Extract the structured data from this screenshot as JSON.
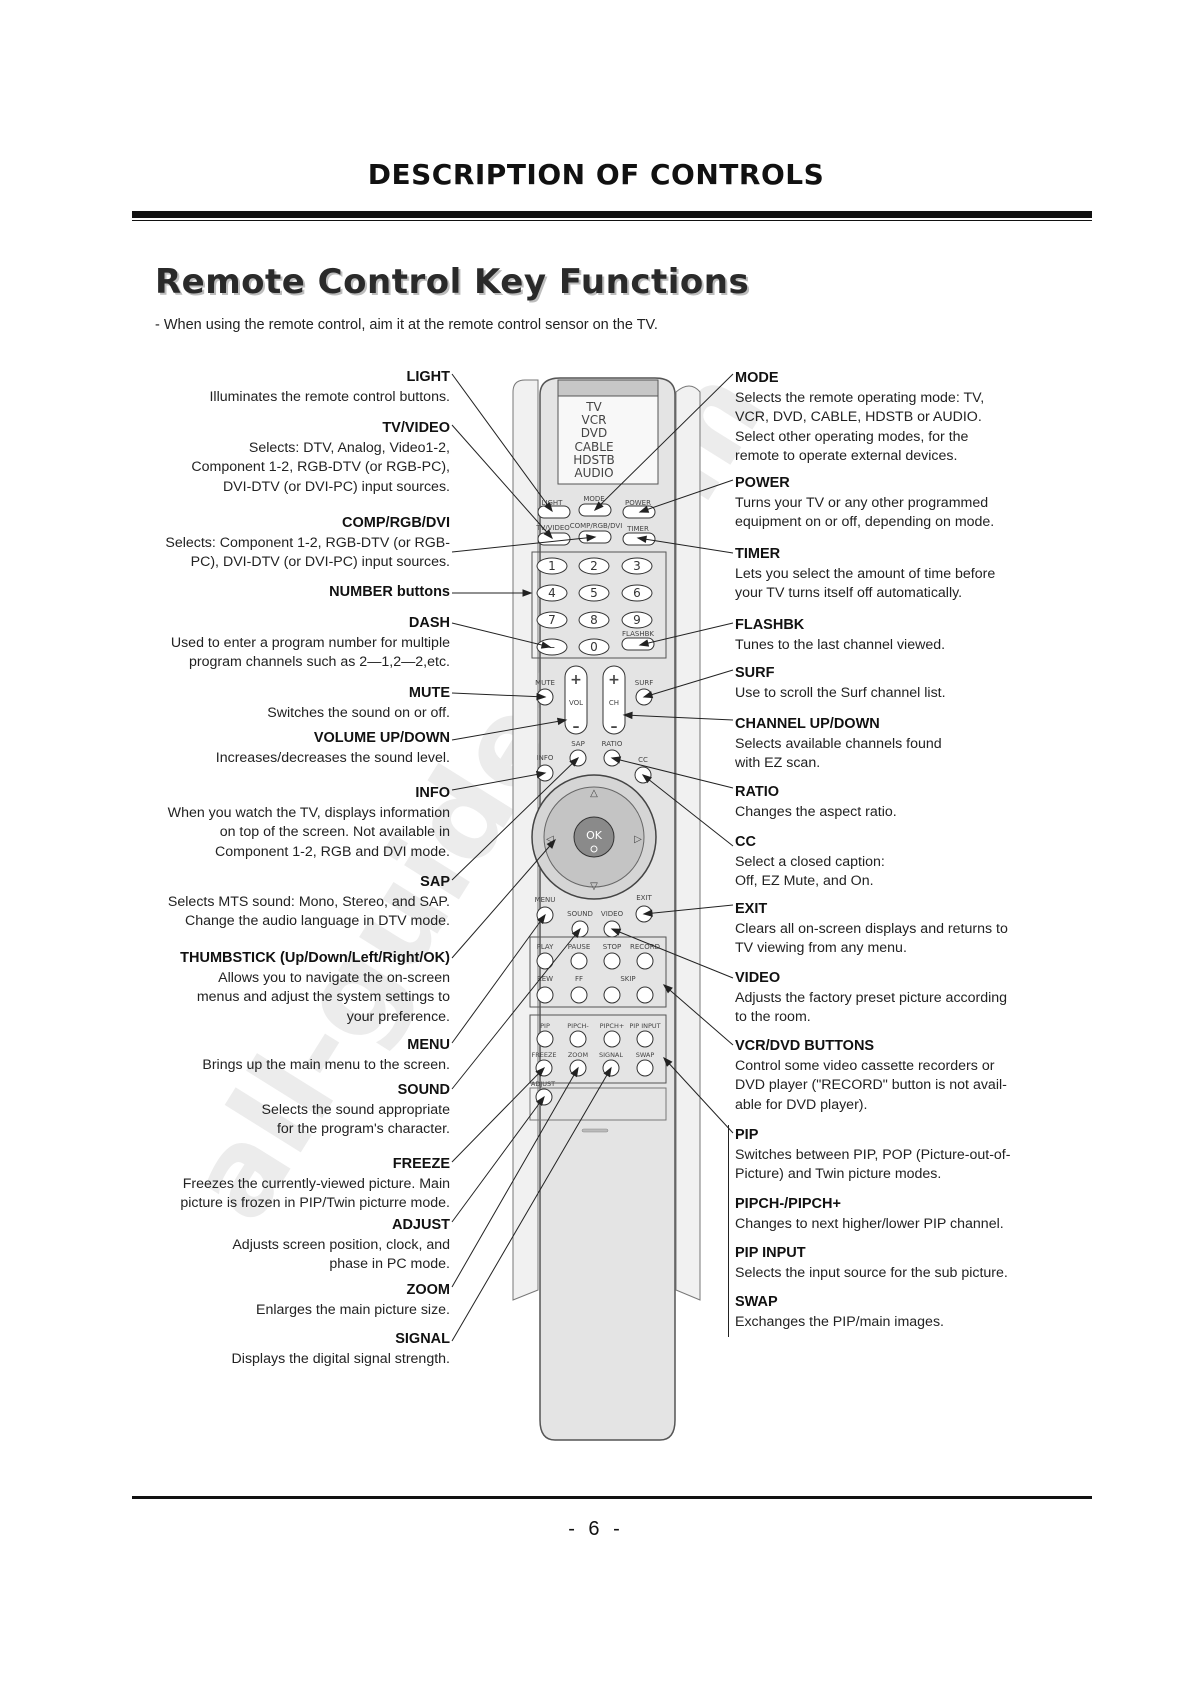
{
  "header": {
    "title": "DESCRIPTION OF CONTROLS"
  },
  "section": {
    "title": "Remote Control Key Functions",
    "intro": "-   When using the remote control, aim it at the remote control sensor on the TV."
  },
  "left_labels": [
    {
      "title": "LIGHT",
      "desc": "Illuminates the remote control buttons."
    },
    {
      "title": "TV/VIDEO",
      "desc": "Selects: DTV, Analog, Video1-2,\nComponent 1-2, RGB-DTV (or RGB-PC),\nDVI-DTV (or DVI-PC) input sources."
    },
    {
      "title": "COMP/RGB/DVI",
      "desc": "Selects: Component 1-2, RGB-DTV (or RGB-\nPC), DVI-DTV (or DVI-PC) input sources."
    },
    {
      "title": "NUMBER buttons",
      "desc": ""
    },
    {
      "title": "DASH",
      "desc": "Used to enter a program number for multiple\nprogram channels such as 2—1,2—2,etc."
    },
    {
      "title": "MUTE",
      "desc": "Switches the sound on or off."
    },
    {
      "title": "VOLUME UP/DOWN",
      "desc": "Increases/decreases the sound level."
    },
    {
      "title": "INFO",
      "desc": "When you watch the TV, displays information\non top of the screen. Not available in\nComponent 1-2, RGB and DVI mode."
    },
    {
      "title": "SAP",
      "desc": "Selects MTS sound: Mono, Stereo, and SAP.\nChange the audio language in DTV mode."
    },
    {
      "title": "THUMBSTICK (Up/Down/Left/Right/OK)",
      "desc": "Allows you to navigate the on-screen\nmenus and  adjust the system settings to\nyour preference."
    },
    {
      "title": "MENU",
      "desc": "Brings up the main menu to the screen."
    },
    {
      "title": "SOUND",
      "desc": "Selects the sound appropriate\nfor the program's character."
    },
    {
      "title": "FREEZE",
      "desc": "Freezes the currently-viewed picture. Main\npicture is frozen in PIP/Twin picturre mode."
    },
    {
      "title": "ADJUST",
      "desc": "Adjusts screen position, clock, and\nphase in PC mode."
    },
    {
      "title": "ZOOM",
      "desc": "Enlarges the main picture size."
    },
    {
      "title": "SIGNAL",
      "desc": "Displays the digital signal strength."
    }
  ],
  "right_labels": [
    {
      "title": "MODE",
      "desc": "Selects the remote operating mode: TV,\nVCR, DVD, CABLE, HDSTB or AUDIO.\nSelect other operating modes, for the\nremote to operate external devices."
    },
    {
      "title": "POWER",
      "desc": "Turns your TV or any other programmed\nequipment on or off, depending on mode."
    },
    {
      "title": "TIMER",
      "desc": "Lets you select the amount of time before\nyour TV turns itself off automatically."
    },
    {
      "title": "FLASHBK",
      "desc": "Tunes to the last channel viewed."
    },
    {
      "title": "SURF",
      "desc": "Use to scroll the Surf channel list."
    },
    {
      "title": "CHANNEL UP/DOWN",
      "desc": "Selects   available   channels   found\nwith EZ scan."
    },
    {
      "title": "RATIO",
      "desc": "Changes the aspect ratio."
    },
    {
      "title": "CC",
      "desc": "Select a closed caption:\nOff, EZ Mute, and On."
    },
    {
      "title": "EXIT",
      "desc": "Clears all on-screen displays and returns to\nTV viewing from any menu."
    },
    {
      "title": "VIDEO",
      "desc": "Adjusts the factory preset picture according\nto the room."
    },
    {
      "title": "VCR/DVD BUTTONS",
      "desc": "Control some video cassette recorders or\nDVD player (\"RECORD\" button is not avail-\nable for DVD player)."
    },
    {
      "title": "PIP",
      "desc": "Switches between PIP, POP (Picture-out-of-\nPicture) and Twin picture modes."
    },
    {
      "title": "PIPCH-/PIPCH+",
      "desc": "Changes to next higher/lower PIP channel."
    },
    {
      "title": "PIP INPUT",
      "desc": "Selects the input source for the sub picture."
    },
    {
      "title": "SWAP",
      "desc": "Exchanges the PIP/main images."
    }
  ],
  "remote": {
    "mode_display": [
      "TV",
      "VCR",
      "DVD",
      "CABLE",
      "HDSTB",
      "AUDIO"
    ],
    "top_row": [
      "LIGHT",
      "MODE",
      "POWER"
    ],
    "second_row": [
      "TV/VIDEO",
      "COMP/RGB/DVI",
      "TIMER"
    ],
    "numbers": [
      "1",
      "2",
      "3",
      "4",
      "5",
      "6",
      "7",
      "8",
      "9",
      "–",
      "0"
    ],
    "flashbk": "FLASHBK",
    "mute": "MUTE",
    "vol": "VOL",
    "ch": "CH",
    "surf": "SURF",
    "sap": "SAP",
    "ratio": "RATIO",
    "info": "INFO",
    "cc": "CC",
    "ok": "OK",
    "menu": "MENU",
    "exit": "EXIT",
    "sound": "SOUND",
    "video": "VIDEO",
    "transport_top": [
      "PLAY",
      "PAUSE",
      "STOP",
      "RECORD"
    ],
    "transport_bottom": [
      "REW",
      "FF",
      "SKIP"
    ],
    "pip_row": [
      "PIP",
      "PIPCH-",
      "PIPCH+",
      "PIP INPUT"
    ],
    "pip_row2": [
      "FREEZE",
      "ZOOM",
      "SIGNAL",
      "SWAP"
    ],
    "adjust": "ADJUST"
  },
  "watermark": "all-guides.com",
  "footer": {
    "page": "- 6 -"
  }
}
